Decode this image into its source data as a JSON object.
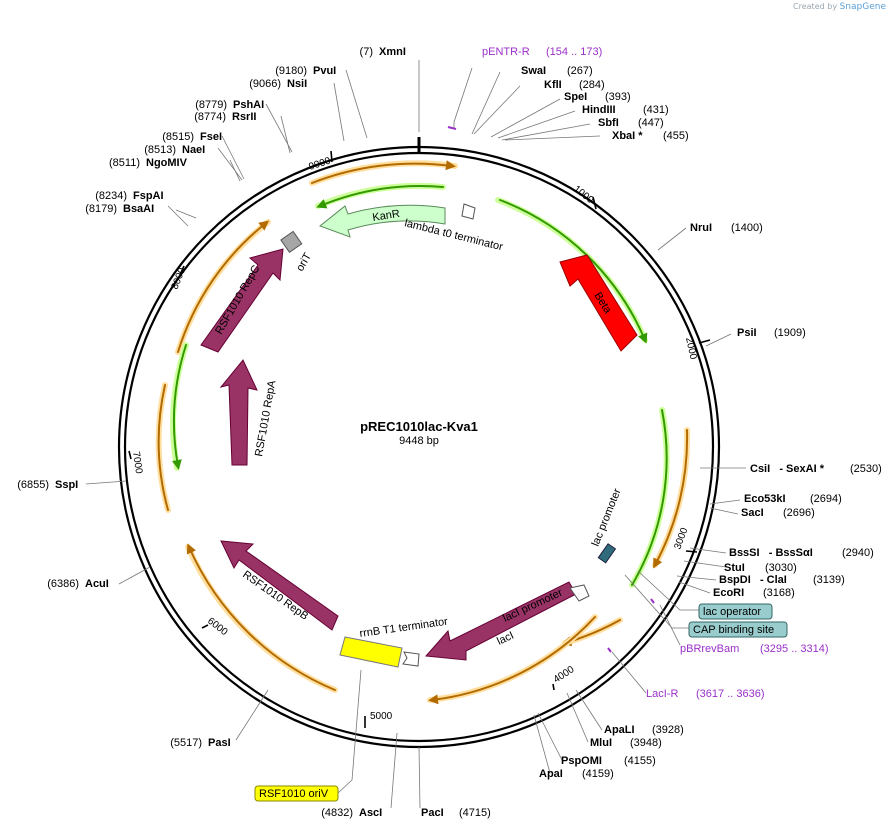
{
  "app": {
    "credit_prefix": "Created by",
    "credit_brand": "SnapGene"
  },
  "plasmid": {
    "name": "pREC1010lac-Kva1",
    "size_label": "9448 bp",
    "length": 9448
  },
  "ticks": [
    "1000",
    "2000",
    "3000",
    "4000",
    "5000",
    "6000",
    "7000",
    "8000",
    "9000"
  ],
  "sites": [
    {
      "pos": "(7)",
      "name": "XmnI"
    },
    {
      "pos": "(267)",
      "name": "SwaI"
    },
    {
      "pos": "(284)",
      "name": "KflI"
    },
    {
      "pos": "(393)",
      "name": "SpeI"
    },
    {
      "pos": "(431)",
      "name": "HindIII"
    },
    {
      "pos": "(447)",
      "name": "SbfI"
    },
    {
      "pos": "(455)",
      "name": "XbaI *"
    },
    {
      "pos": "(1400)",
      "name": "NruI"
    },
    {
      "pos": "(1909)",
      "name": "PsiI"
    },
    {
      "pos": "(2530)",
      "name": "CsiI   - SexAI *"
    },
    {
      "pos": "(2694)",
      "name": "Eco53kI"
    },
    {
      "pos": "(2696)",
      "name": "SacI"
    },
    {
      "pos": "(2940)",
      "name": "BssSI   - BssSαI"
    },
    {
      "pos": "(3030)",
      "name": "StuI"
    },
    {
      "pos": "(3139)",
      "name": "BspDI   - ClaI"
    },
    {
      "pos": "(3168)",
      "name": "EcoRI"
    },
    {
      "pos": "(3928)",
      "name": "ApaLI"
    },
    {
      "pos": "(3948)",
      "name": "MluI"
    },
    {
      "pos": "(4155)",
      "name": "PspOMI"
    },
    {
      "pos": "(4159)",
      "name": "ApaI"
    },
    {
      "pos": "(4715)",
      "name": "PacI"
    },
    {
      "pos": "(4832)",
      "name": "AscI"
    },
    {
      "pos": "(5517)",
      "name": "PasI"
    },
    {
      "pos": "(6386)",
      "name": "AcuI"
    },
    {
      "pos": "(6855)",
      "name": "SspI"
    },
    {
      "pos": "(8179)",
      "name": "BsaAI"
    },
    {
      "pos": "(8234)",
      "name": "FspAI"
    },
    {
      "pos": "(8511)",
      "name": "NgoMIV"
    },
    {
      "pos": "(8513)",
      "name": "NaeI"
    },
    {
      "pos": "(8515)",
      "name": "FseI"
    },
    {
      "pos": "(8774)",
      "name": "RsrII"
    },
    {
      "pos": "(8779)",
      "name": "PshAI"
    },
    {
      "pos": "(9066)",
      "name": "NsiI"
    },
    {
      "pos": "(9180)",
      "name": "PvuI"
    }
  ],
  "primers": [
    {
      "name": "pENTR-R",
      "range": "(154 .. 173)"
    },
    {
      "name": "pBRrevBam",
      "range": "(3295 .. 3314)"
    },
    {
      "name": "LacI-R",
      "range": "(3617 .. 3636)"
    }
  ],
  "features": {
    "kanr": "KanR",
    "lambda": "lambda t0 terminator",
    "beta": "Beta",
    "orit": "oriT",
    "repc": "RSF1010 RepC",
    "repa": "RSF1010 RepA",
    "repb": "RSF1010 RepB",
    "rrnb": "rrnB T1 terminator",
    "laci": "lacI",
    "laci_promoter": "lacI promoter",
    "lac_promoter": "lac promoter",
    "lac_operator": "lac operator",
    "cap": "CAP binding site",
    "oriv": "RSF1010 oriV"
  },
  "colors": {
    "beta": "#ff0000",
    "rsf_repeat": "#993366",
    "kanr": "#ccffcc",
    "oriv": "#ffff00",
    "orit": "#a6a6a6",
    "lac_operator": "#99cccc",
    "primer": "#9b30c8",
    "orange_arc": "#b36b00",
    "green_arc": "#339900"
  }
}
